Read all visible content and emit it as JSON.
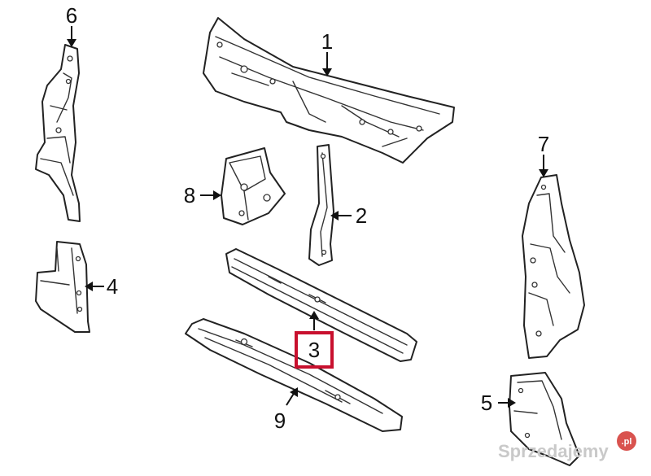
{
  "diagram": {
    "callouts": [
      {
        "id": "1",
        "label": "1"
      },
      {
        "id": "2",
        "label": "2"
      },
      {
        "id": "3",
        "label": "3",
        "highlighted": true
      },
      {
        "id": "4",
        "label": "4"
      },
      {
        "id": "5",
        "label": "5"
      },
      {
        "id": "6",
        "label": "6"
      },
      {
        "id": "7",
        "label": "7"
      },
      {
        "id": "8",
        "label": "8"
      },
      {
        "id": "9",
        "label": "9"
      }
    ],
    "highlight_color": "#c8102e"
  },
  "watermark": {
    "text": "Sprzedajemy",
    "badge": ".pl",
    "badge_color": "#d9534f"
  }
}
